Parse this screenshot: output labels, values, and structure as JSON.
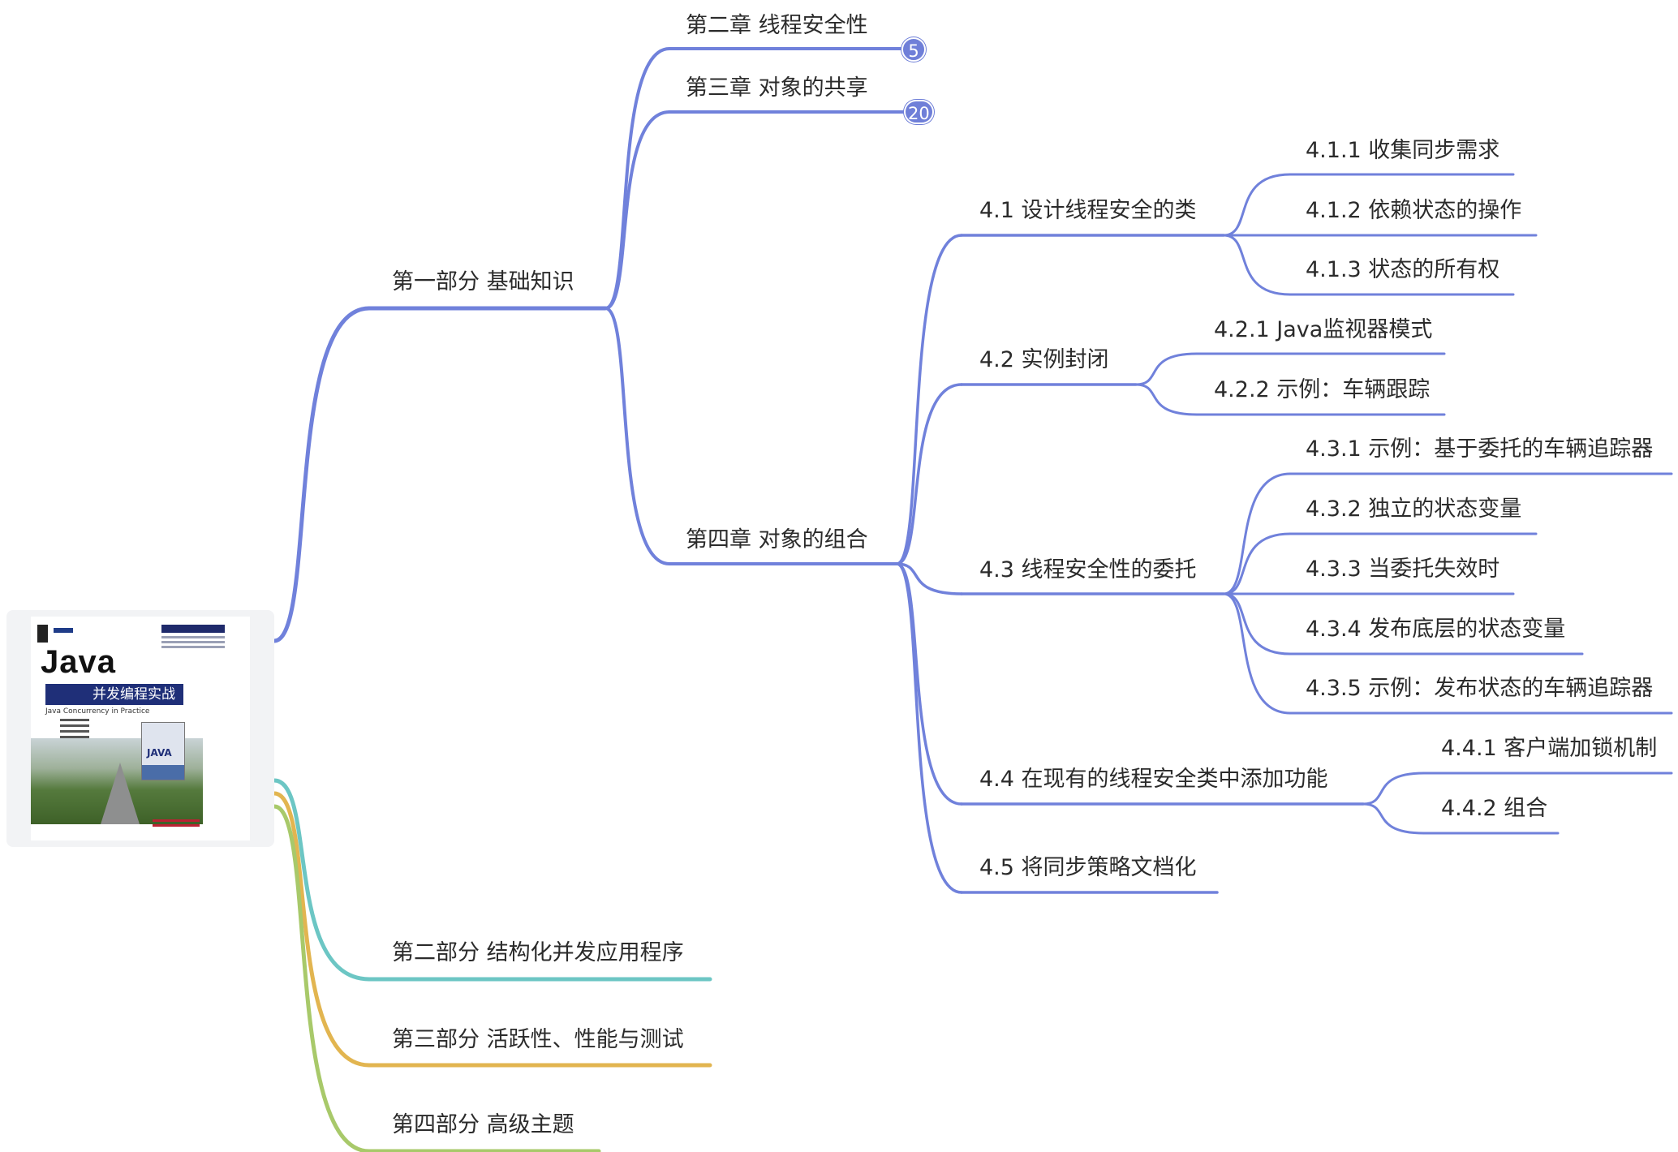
{
  "colors": {
    "branch_blue": "#7081db",
    "branch_teal": "#6cc6c4",
    "branch_gold": "#e2b550",
    "branch_green": "#a8c96a",
    "badge_bg": "#6f7fd8",
    "text": "#2b2b2b"
  },
  "root": {
    "cover": {
      "title": "Java",
      "subtitle": "并发编程实战",
      "english_title": "Java Concurrency in Practice",
      "mini_cover_title": "JAVA"
    }
  },
  "mindmap": {
    "part1": {
      "label": "第一部分 基础知识",
      "ch2": {
        "label": "第二章 线程安全性",
        "badge": "5"
      },
      "ch3": {
        "label": "第三章 对象的共享",
        "badge": "20"
      },
      "ch4": {
        "label": "第四章 对象的组合",
        "s41": {
          "label": "4.1 设计线程安全的类",
          "items": [
            "4.1.1 收集同步需求",
            "4.1.2 依赖状态的操作",
            "4.1.3 状态的所有权"
          ]
        },
        "s42": {
          "label": "4.2 实例封闭",
          "items": [
            "4.2.1 Java监视器模式",
            "4.2.2 示例：车辆跟踪"
          ]
        },
        "s43": {
          "label": "4.3 线程安全性的委托",
          "items": [
            "4.3.1 示例：基于委托的车辆追踪器",
            "4.3.2 独立的状态变量",
            "4.3.3 当委托失效时",
            "4.3.4 发布底层的状态变量",
            "4.3.5 示例：发布状态的车辆追踪器"
          ]
        },
        "s44": {
          "label": "4.4 在现有的线程安全类中添加功能",
          "items": [
            "4.4.1 客户端加锁机制",
            "4.4.2 组合"
          ]
        },
        "s45": {
          "label": "4.5 将同步策略文档化"
        }
      }
    },
    "part2": {
      "label": "第二部分 结构化并发应用程序"
    },
    "part3": {
      "label": "第三部分 活跃性、性能与测试"
    },
    "part4": {
      "label": "第四部分 高级主题"
    }
  }
}
